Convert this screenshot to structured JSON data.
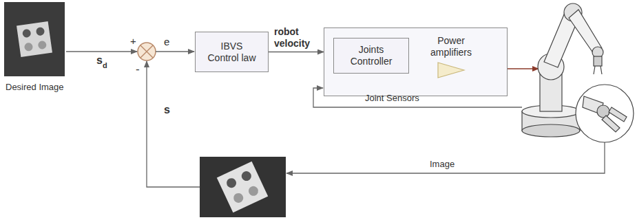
{
  "diagram": {
    "nodes": [
      {
        "text": [
          "IBVS Control law"
        ]
      },
      {
        "text": []
      },
      {
        "text": [
          "Joints Controller"
        ],
        "in": 1
      },
      {
        "text": [
          "Power amplifiers"
        ],
        "in": 1
      }
    ],
    "edges": [
      {
        "from": 0,
        "to": 1,
        "label": "robot velocity",
        "arrow": "to"
      }
    ],
    "labels": [
      "s",
      "d",
      "+",
      "e",
      "Desired Image",
      "-",
      "s",
      "Joint Sensors",
      "Image"
    ]
  }
}
